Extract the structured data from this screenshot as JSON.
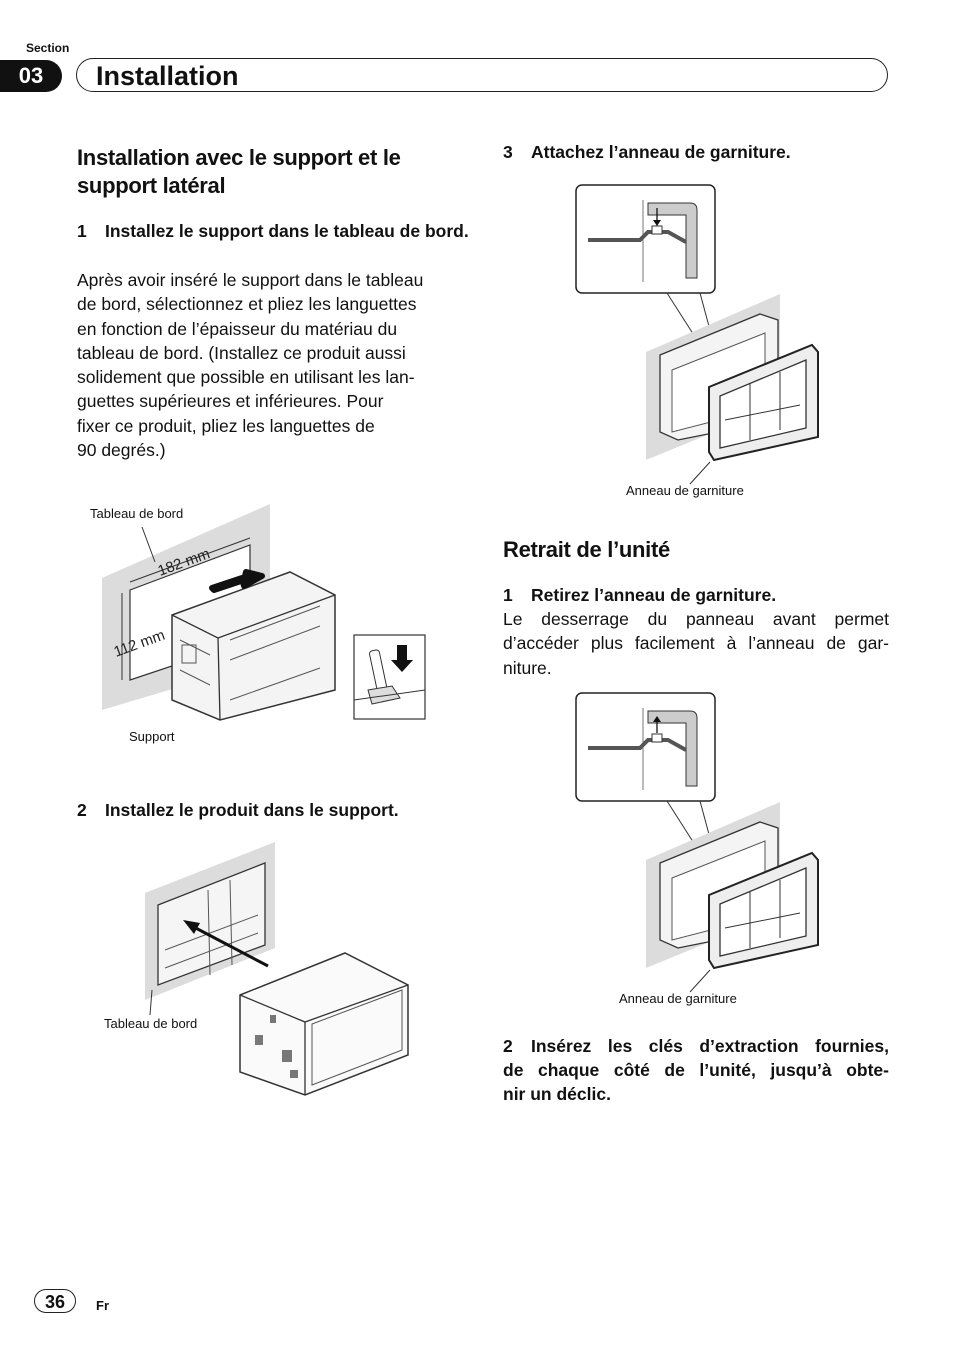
{
  "header": {
    "section_label": "Section",
    "section_number": "03",
    "title": "Installation"
  },
  "left": {
    "heading": "Installation avec le support et le support latéral",
    "step1": {
      "number": "1",
      "title": "Installez le support dans le tableau de bord.",
      "body_lines": [
        "Après avoir inséré le support dans le tableau",
        "de bord, sélectionnez et pliez les languettes",
        "en fonction de l’épaisseur du matériau du",
        "tableau de bord. (Installez ce produit aussi",
        "solidement que possible en utilisant les lan-",
        "guettes supérieures et inférieures. Pour",
        "fixer ce produit, pliez les languettes de",
        "90 degrés.)"
      ]
    },
    "figure1": {
      "label_dashboard": "Tableau de bord",
      "label_support": "Support",
      "dim_width": "182 mm",
      "dim_height": "112 mm"
    },
    "step2": {
      "number": "2",
      "title": "Installez le produit dans le support."
    },
    "figure2": {
      "label_dashboard": "Tableau de bord"
    }
  },
  "right": {
    "step3": {
      "number": "3",
      "title": "Attachez l’anneau de garniture.",
      "figure_label": "Anneau de garniture"
    },
    "heading": "Retrait de l’unité",
    "remove_step1": {
      "number": "1",
      "title": "Retirez l’anneau de garniture.",
      "body_lines": [
        "Le desserrage du panneau avant permet",
        "d’accéder plus facilement à l’anneau de gar-",
        "niture."
      ],
      "figure_label": "Anneau de garniture"
    },
    "remove_step2": {
      "number": "2",
      "title_lines": [
        "Insérez les clés d’extraction fournies,",
        "de chaque côté de l’unité, jusqu’à obte-",
        "nir un déclic."
      ]
    }
  },
  "footer": {
    "page_number": "36",
    "language": "Fr"
  }
}
